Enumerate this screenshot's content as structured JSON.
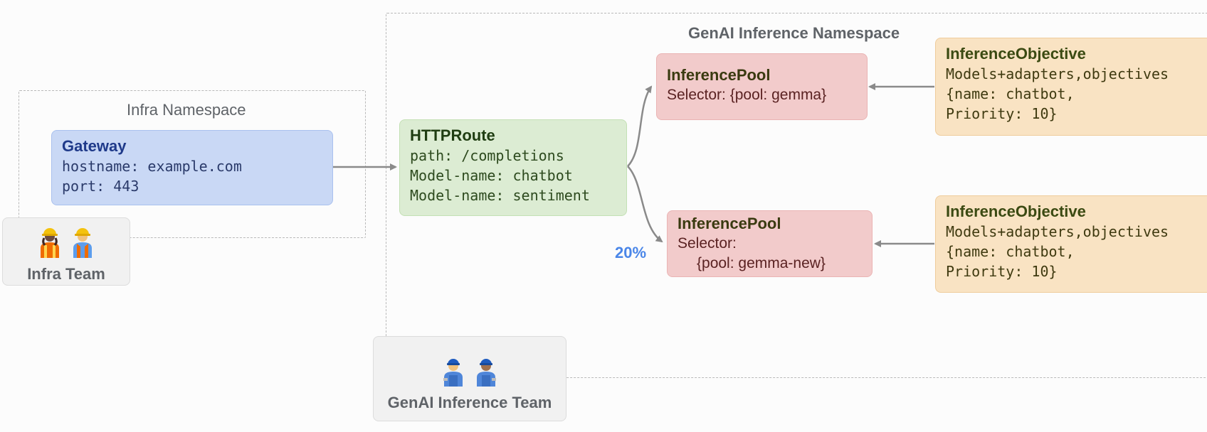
{
  "infra_namespace": {
    "title": "Infra Namespace"
  },
  "genai_namespace": {
    "title": "GenAI Inference Namespace"
  },
  "gateway": {
    "title": "Gateway",
    "hostname": "hostname: example.com",
    "port": "port: 443"
  },
  "httproute": {
    "title": "HTTPRoute",
    "path": "path: /completions",
    "model1": "Model-name: chatbot",
    "model2": "Model-name: sentiment"
  },
  "pool1": {
    "title": "InferencePool",
    "selector": "Selector: {pool: gemma}"
  },
  "pool2": {
    "title": "InferencePool",
    "selector": "Selector:",
    "selector_value": "{pool: gemma-new}"
  },
  "objective1": {
    "title": "InferenceObjective",
    "line1": "Models+adapters,objectives",
    "line2": "{name: chatbot,",
    "line3": "Priority: 10}"
  },
  "objective2": {
    "title": "InferenceObjective",
    "line1": "Models+adapters,objectives",
    "line2": "{name: chatbot,",
    "line3": "Priority: 10}"
  },
  "split_label": "20%",
  "infra_team": {
    "label": "Infra Team",
    "icons": [
      "construction-worker-icon",
      "construction-worker-icon"
    ]
  },
  "genai_team": {
    "label": "GenAI Inference Team",
    "icons": [
      "mechanic-icon",
      "mechanic-icon"
    ]
  },
  "colors": {
    "gateway": "#c9d8f5",
    "httproute": "#dcecd3",
    "pool": "#f2cbcb",
    "objective": "#f9e3c3",
    "percent": "#4a86e8"
  }
}
